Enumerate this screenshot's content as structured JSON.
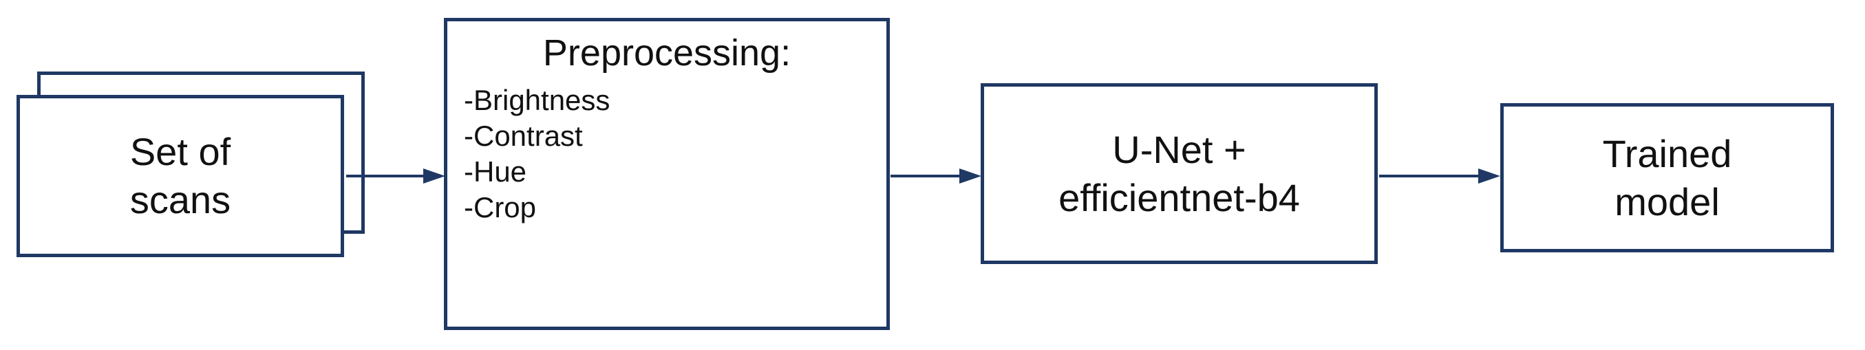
{
  "diagram": {
    "type": "flowchart",
    "colors": {
      "border": "#1f3864",
      "arrow": "#1f3864",
      "text": "#111111",
      "background": "#ffffff"
    },
    "nodes": {
      "scans": {
        "lines": [
          "Set of",
          "scans"
        ]
      },
      "preprocessing": {
        "title": "Preprocessing:",
        "items": [
          "-Brightness",
          "-Contrast",
          "-Hue",
          "-Crop"
        ]
      },
      "unet": {
        "lines": [
          "U-Net +",
          "efficientnet-b4"
        ]
      },
      "trained": {
        "lines": [
          "Trained",
          "model"
        ]
      }
    }
  }
}
